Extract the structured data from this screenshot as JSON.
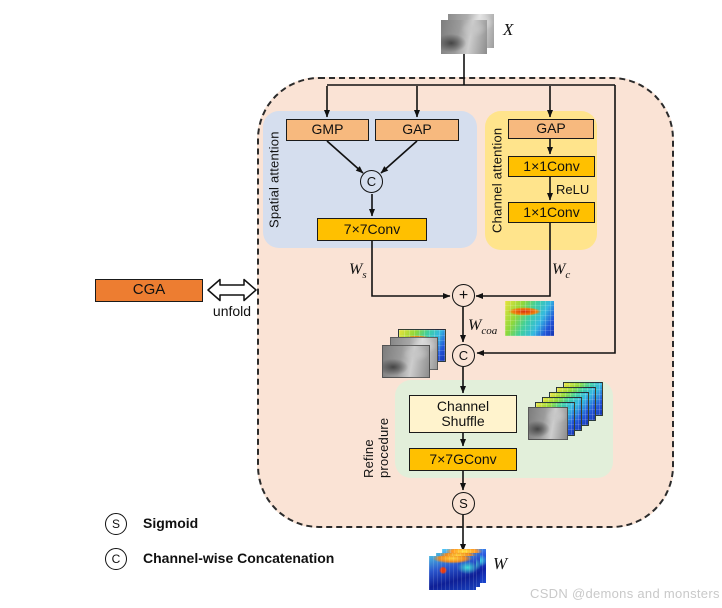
{
  "diagram": {
    "input": {
      "label": "X"
    },
    "output": {
      "label": "W"
    },
    "cga": {
      "box_label": "CGA",
      "unfold_label": "unfold"
    },
    "spatial": {
      "title": "Spatial attention",
      "gmp": "GMP",
      "gap": "GAP",
      "concat_node": "C",
      "conv": "7×7Conv"
    },
    "channel": {
      "title": "Channel attention",
      "gap": "GAP",
      "conv1": "1×1Conv",
      "relu": "ReLU",
      "conv2": "1×1Conv"
    },
    "fusion": {
      "plus_node": "+",
      "concat_node": "C",
      "sigmoid_node": "S",
      "ws_base": "W",
      "ws_sub": "s",
      "wc_base": "W",
      "wc_sub": "c",
      "wcoa_base": "W",
      "wcoa_sub": "coa"
    },
    "refine": {
      "title": "Refine procedure",
      "shuffle_line1": "Channel",
      "shuffle_line2": "Shuffle",
      "gconv": "7×7GConv"
    },
    "legend": [
      {
        "symbol": "S",
        "label": "Sigmoid"
      },
      {
        "symbol": "C",
        "label": "Channel-wise Concatenation"
      }
    ],
    "watermark": "CSDN @demons and monsters",
    "colors": {
      "container_bg": "#FAE3D5",
      "spatial_bg": "#D5DEEE",
      "channel_bg": "#FFE48C",
      "refine_bg": "#E2EFDA",
      "pool_box": "#F7B97E",
      "conv_box": "#FFC000",
      "shuffle_box": "#FFF3CD",
      "cga_box": "#ED7D31",
      "line": "#111111"
    }
  }
}
